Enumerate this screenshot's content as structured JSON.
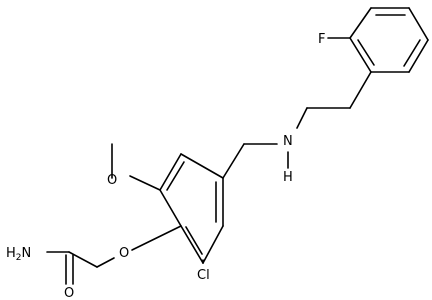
{
  "molecule": {
    "atoms": {
      "fluorine": "F",
      "amine_n": "N",
      "amine_h": "H",
      "methoxy_o": "O",
      "ether_o": "O",
      "chlorine": "Cl",
      "amide_n": "H2N",
      "carbonyl_o": "O"
    }
  }
}
